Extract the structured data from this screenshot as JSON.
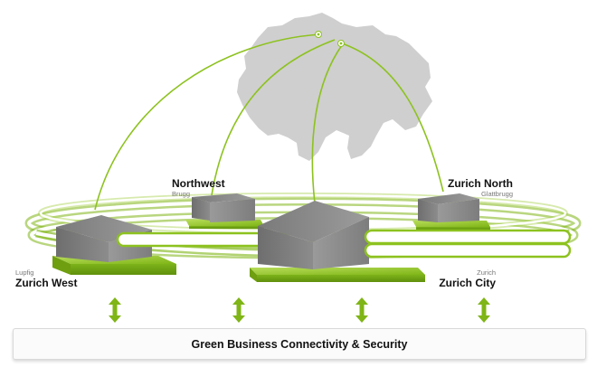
{
  "sites": {
    "northwest": {
      "name": "Northwest",
      "town": "Brugg"
    },
    "zurich_north": {
      "name": "Zurich North",
      "town": "Glattbrugg"
    },
    "zurich_west": {
      "name": "Zurich West",
      "town": "Lupfig"
    },
    "zurich_city": {
      "name": "Zurich City",
      "town": "Zurich"
    }
  },
  "banner": {
    "label": "Green Business Connectivity & Security"
  },
  "colors": {
    "accent": "#8dc21f",
    "map": "#cfcfcf",
    "building": "#8a8a8a"
  }
}
